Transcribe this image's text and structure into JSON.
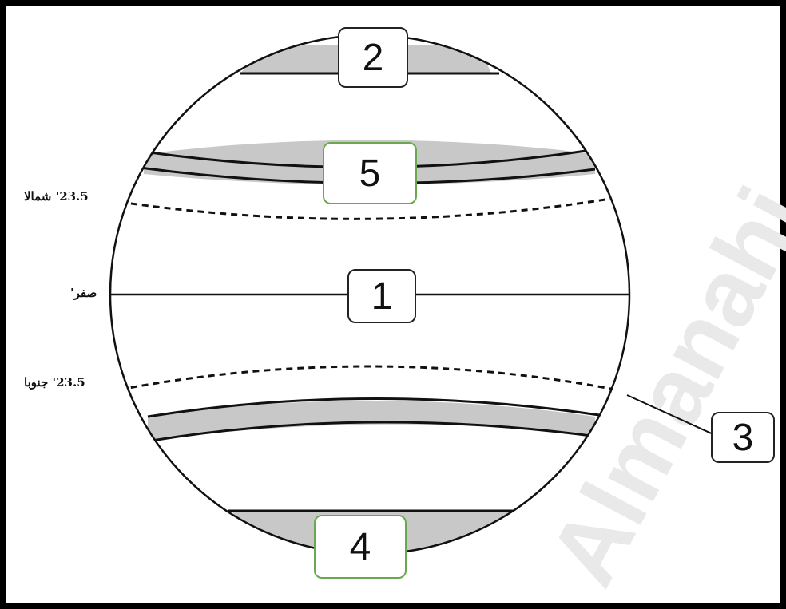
{
  "labels": {
    "box_1": "1",
    "box_2": "2",
    "box_3": "3",
    "box_4": "4",
    "box_5": "5"
  },
  "latitudes": {
    "north": "23.5' شمالا",
    "equator": "صفر'",
    "south": "23.5' جنوبا"
  },
  "watermark": "Almanahj",
  "colors": {
    "band_fill": "#c8c8c8",
    "box_dark_border": "#222222",
    "box_green_border": "#6aa84f",
    "frame": "#000000"
  }
}
